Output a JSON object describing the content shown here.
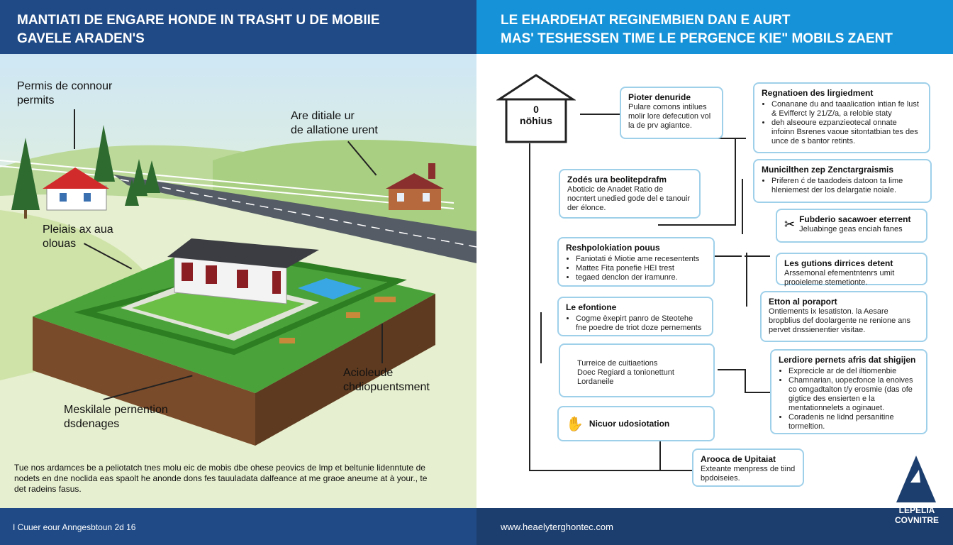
{
  "header_left": {
    "title_line1": "MANTIATI DE ENGARE HONDE IN TRASHT U DE MOBIIE",
    "title_line2": "GAVELE ARADEN'S"
  },
  "header_right": {
    "title_line1": "LE EHARDEHAT REGINEMBIEN DAN E AURT",
    "title_line2": "MAS' TESHESSEN TIME LE PERGENCE KIE\" MOBILS ZAENT"
  },
  "left": {
    "label_permits": "Permis de connour\npermits",
    "label_area": "Are ditiale ur\nde allatione urent",
    "label_pleiais": "Pleiais ax aua\nolouas",
    "label_acioleude": "Acioleude\nchdiopuentsment",
    "label_meskilale": "Meskilale pernention\ndsdenages",
    "body_text": "Tue nos ardamces be a peliotatch tnes molu eic de mobis dbe ohese peovics de lmp et beltunie lidenntute de nodets en dne noclida eas spaolt he anonde dons fes tauuladata dalfeance at me graoe aneume at à your.,  te det radeins fasus."
  },
  "right": {
    "house_label": "0\nnöhius",
    "boxes": {
      "pioter": {
        "title": "Pioter denuride",
        "desc": "Pulare comons intilues molir lore defecution vol la de prv agiantce."
      },
      "regnation": {
        "title": "Regnatioen des lirgiedment",
        "items": [
          "Conanane du and taaalication intian fe lust & Evifferct ly 21/Z/a, a relobie staty",
          "deh alseoure ezpanzieotecal onnate infoinn Bsrenes vaoue sitontatbian tes des unce de s bantor retints."
        ]
      },
      "zodes": {
        "title": "Zodés ura beolitepdrafm",
        "desc": "Aboticic de Anadet Ratio de nocntert unedied gode del e tanouir der élonce."
      },
      "municilthen": {
        "title": "Municilthen zep Zenctargraismis",
        "items": [
          "Priferen ć de taadodeis datoon ta lime hleniemest der los delargatie noiale."
        ]
      },
      "fubderio": {
        "title": "Fubderio sacawoer eterrent",
        "desc": "Jeluabinge geas enciah fanes"
      },
      "reshpolo": {
        "title": "Reshpolokiation pouus",
        "items": [
          "Faniotati é Miotie ame recesentents",
          "Matteɛ Fita ponefie HEI trest",
          "tegaed denclon der iramunre."
        ]
      },
      "les_gutions": {
        "title": "Les gutions dirrices detent",
        "desc": "Arssemonal efementntenrs umit prooieleme stemetionte."
      },
      "le_efontione": {
        "title": "Le efontione",
        "items": [
          "Cogme èxepirt panro de Steotehe fne poedre de triot doze pernements"
        ]
      },
      "etton": {
        "title": "Etton al poraport",
        "desc": "Ontiements ix lesatiston. la Aesare bropblius def doolargente ne renione ans pervet dnssienentier visitae."
      },
      "turreice": {
        "title": "",
        "items": [
          "Turreice de cuitiaetions",
          "Doec Regiard a tonionettunt",
          "Lordaneile"
        ]
      },
      "lerdiore": {
        "title": "Lerdiore pernets afris dat shigijen",
        "items": [
          "Exprecicle ar de del iltiomenbie",
          "Chamnarian, uopecfonce la enoives co omgadtalton t/y erosmie (das ofe gigtice des ensierten e la mentationnelets a oginauet.",
          "Coradenis ne lidnd persanitine tormeltion."
        ]
      },
      "nicuor": {
        "title": "Nicuor udosiotation",
        "desc": ""
      },
      "arooca": {
        "title": "Arooca de Upitaiat",
        "desc": "Exteante menpress de tiind bpdoiseies."
      }
    },
    "logo_text": "LEPELIA\nCOVNITRE"
  },
  "footer": {
    "left_text": "I Cuuer eour Anngesbtoun 2d 16",
    "right_text": "www.heaelyterghontec.com"
  },
  "colors": {
    "header_left": "#1f4a86",
    "header_right": "#1693d8",
    "box_border": "#9fd0ea",
    "footer_dark": "#1c3e6e"
  }
}
